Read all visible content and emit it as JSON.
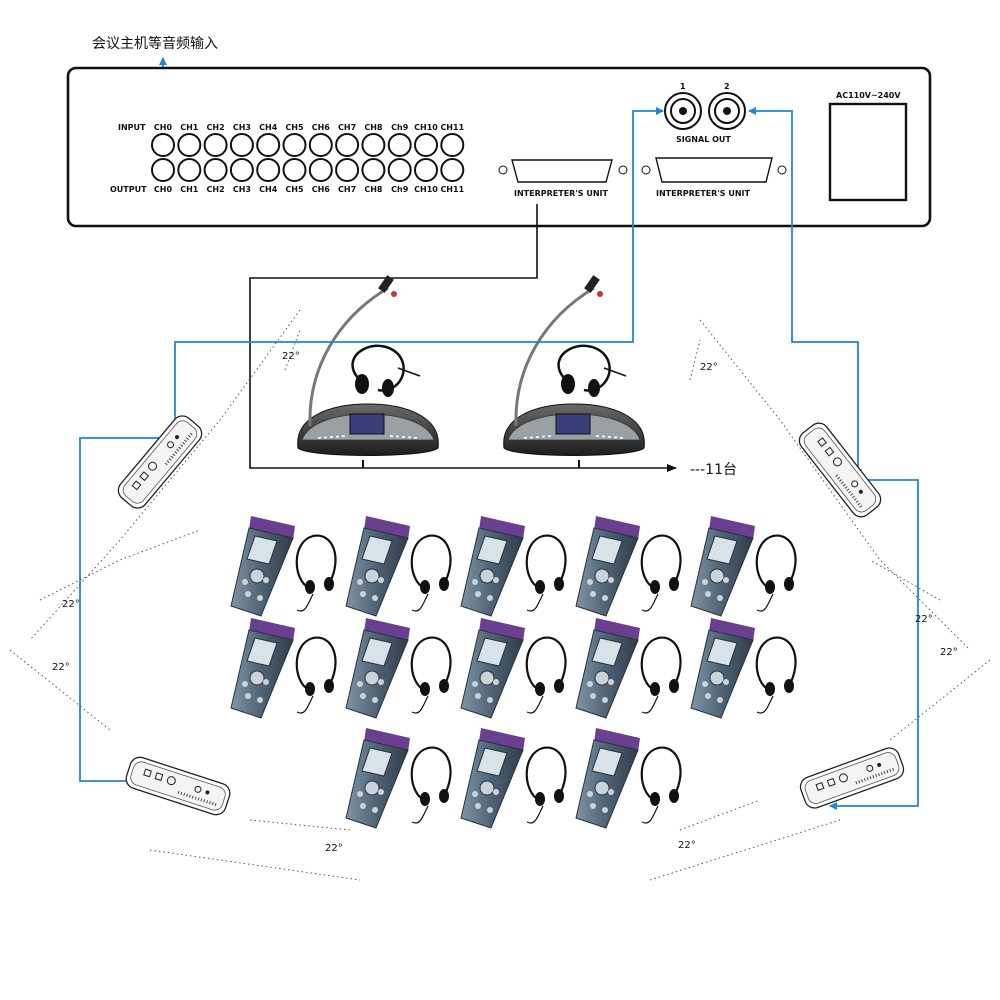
{
  "top_label": "会议主机等音频输入",
  "panel": {
    "input_label": "INPUT",
    "output_label": "OUTPUT",
    "channels": [
      "CH0",
      "CH1",
      "CH2",
      "CH3",
      "CH4",
      "CH5",
      "CH6",
      "CH7",
      "CH8",
      "Ch9",
      "CH10",
      "CH11"
    ],
    "interpreter_unit_1": "INTERPRETER'S UNIT",
    "interpreter_unit_2": "INTERPRETER'S UNIT",
    "signal_out": "SIGNAL OUT",
    "signal_out_port_1": "1",
    "signal_out_port_2": "2",
    "power_label": "AC110V~240V"
  },
  "chain_label": "---11台",
  "angle_label": "22°",
  "colors": {
    "signal_line": "#1e88d2",
    "wire": "#111111",
    "receiver_top": "#6a3f8f",
    "receiver_body": "#4e6272"
  },
  "counts": {
    "interpreter_units": 2,
    "radiators": 4,
    "receivers": 13
  }
}
